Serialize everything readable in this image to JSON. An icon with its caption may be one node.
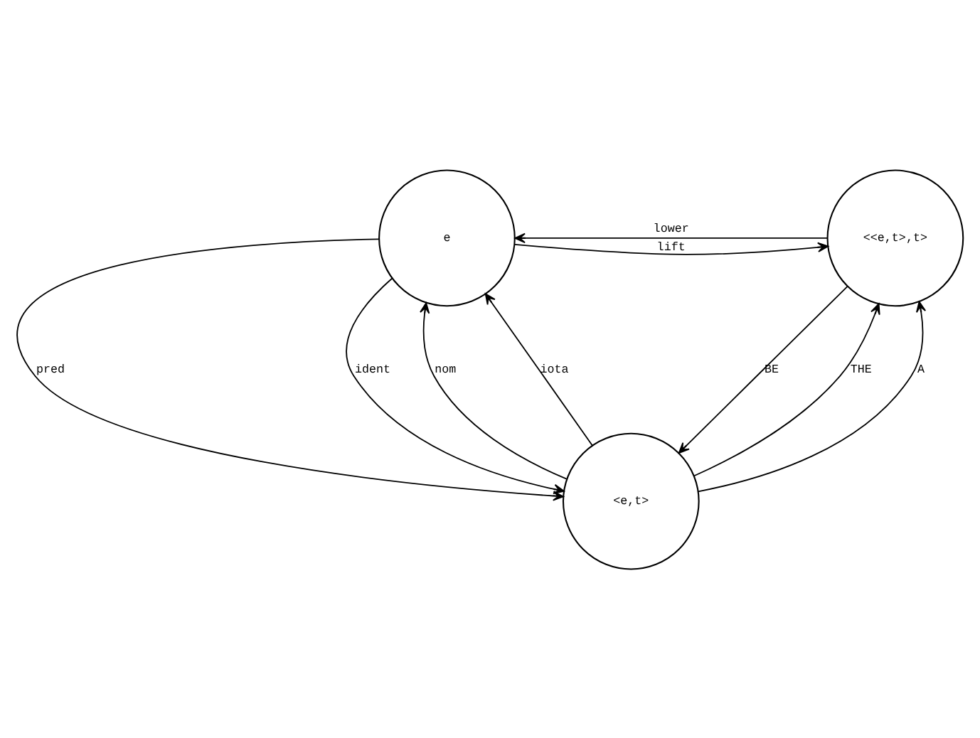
{
  "diagram": {
    "nodes": [
      {
        "text": [
          "e"
        ]
      },
      {
        "text": [
          "<<e,t>,t>"
        ]
      },
      {
        "text": [
          "<e,t>"
        ]
      }
    ],
    "edges": [
      {
        "from": 0,
        "to": 1,
        "arrow": "to",
        "label": "lift"
      },
      {
        "from": 1,
        "to": 0,
        "arrow": "to",
        "label": "lower"
      },
      {
        "from": 0,
        "to": 2,
        "arrow": "to",
        "label": "pred"
      },
      {
        "from": 2,
        "to": 0,
        "arrow": "to",
        "label": "nom"
      },
      {
        "from": 0,
        "to": 2,
        "arrow": "to",
        "label": "ident"
      },
      {
        "from": 2,
        "to": 0,
        "arrow": "to",
        "label": "iota"
      },
      {
        "from": 2,
        "to": 1,
        "arrow": "to",
        "label": "THE"
      },
      {
        "from": 2,
        "to": 1,
        "arrow": "to",
        "label": "A"
      },
      {
        "from": 1,
        "to": 2,
        "arrow": "to",
        "label": "BE"
      }
    ]
  }
}
